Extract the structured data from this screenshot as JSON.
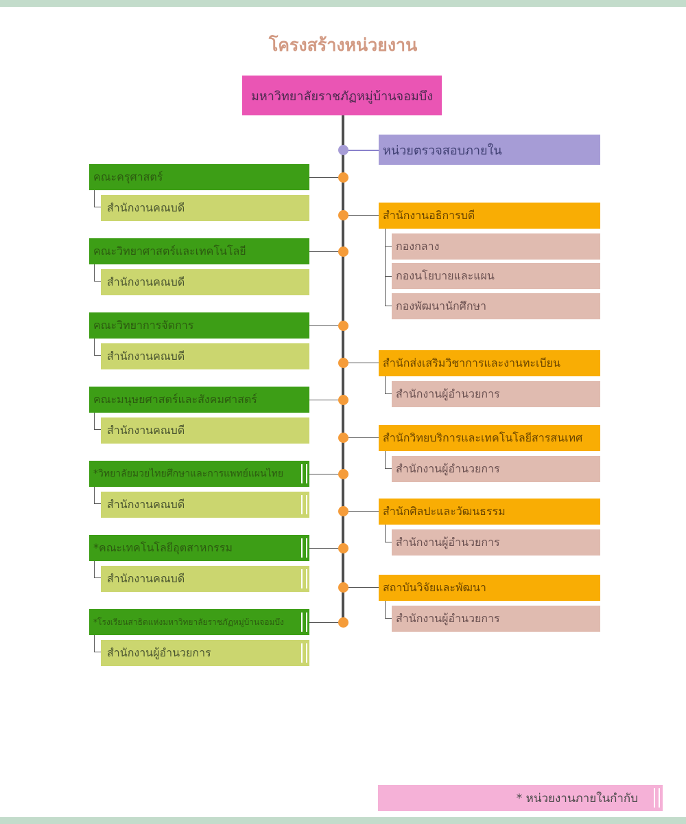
{
  "title": "โครงสร้างหน่วยงาน",
  "root": "มหาวิทยาลัยราชภัฏหมู่บ้านจอมบึง",
  "audit": "หน่วยตรวจสอบภายใน",
  "faculties": [
    {
      "name": "คณะครุศาสตร์",
      "sub": "สำนักงานคณบดี"
    },
    {
      "name": "คณะวิทยาศาสตร์และเทคโนโลยี",
      "sub": "สำนักงานคณบดี"
    },
    {
      "name": "คณะวิทยาการจัดการ",
      "sub": "สำนักงานคณบดี"
    },
    {
      "name": "คณะมนุษยศาสตร์และสังคมศาสตร์",
      "sub": "สำนักงานคณบดี"
    },
    {
      "name": "*วิทยาลัยมวยไทยศึกษาและการแพทย์แผนไทย",
      "sub": "สำนักงานคณบดี"
    },
    {
      "name": "*คณะเทคโนโลยีอุตสาหกรรม",
      "sub": "สำนักงานคณบดี"
    },
    {
      "name": "*โรงเรียนสาธิตแห่งมหาวิทยาลัยราชภัฏหมู่บ้านจอมบึง",
      "sub": "สำนักงานผู้อำนวยการ"
    }
  ],
  "offices": [
    {
      "name": "สำนักงานอธิการบดี",
      "subs": [
        "กองกลาง",
        "กองนโยบายและแผน",
        "กองพัฒนานักศึกษา"
      ]
    },
    {
      "name": "สำนักส่งเสริมวิชาการและงานทะเบียน",
      "subs": [
        "สำนักงานผู้อำนวยการ"
      ]
    },
    {
      "name": "สำนักวิทยบริการและเทคโนโลยีสารสนเทศ",
      "subs": [
        "สำนักงานผู้อำนวยการ"
      ]
    },
    {
      "name": "สำนักศิลปะและวัฒนธรรม",
      "subs": [
        "สำนักงานผู้อำนวยการ"
      ]
    },
    {
      "name": "สถาบันวิจัยและพัฒนา",
      "subs": [
        "สำนักงานผู้อำนวยการ"
      ]
    }
  ],
  "legend": "* หน่วยงานภายในกำกับ",
  "colors": {
    "root": "#ea55b4",
    "audit": "#a69cd6",
    "faculty": "#3d9e16",
    "faculty_sub": "#cbd66f",
    "office": "#f9ad04",
    "office_sub": "#e0bbb0",
    "connector_dot": "#f59c3a",
    "legend": "#f5b1d7"
  }
}
